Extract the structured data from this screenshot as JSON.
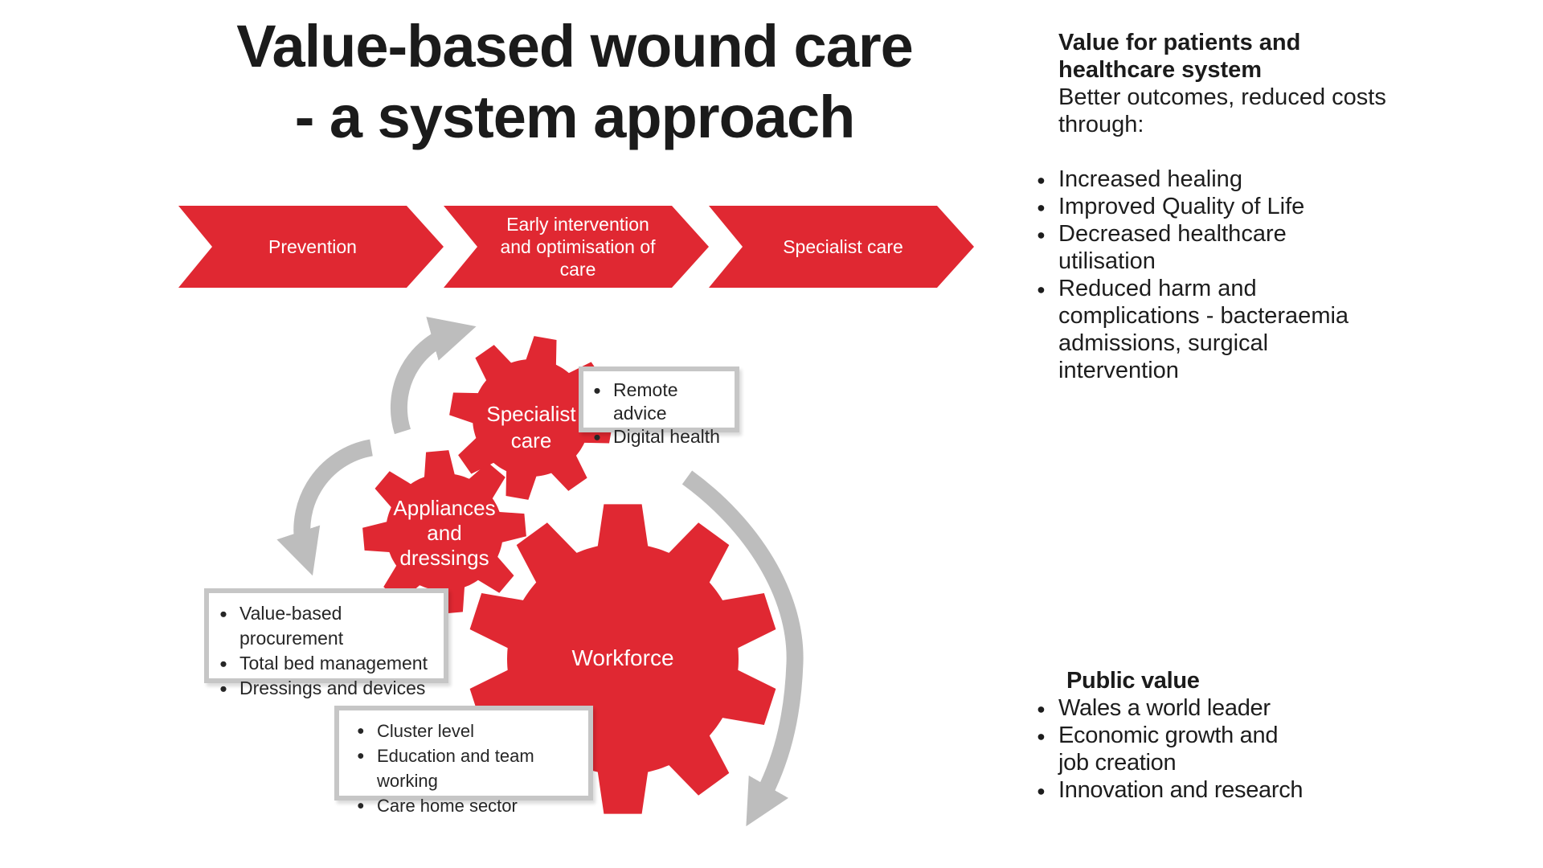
{
  "title": {
    "line1": "Value-based wound care",
    "line2": "- a system approach"
  },
  "chevrons": [
    {
      "label": "Prevention"
    },
    {
      "label": "Early intervention and optimisation of care"
    },
    {
      "label": "Specialist care"
    }
  ],
  "gears": [
    {
      "id": "specialist",
      "label": "Specialist care"
    },
    {
      "id": "appliances",
      "label": "Appliances and dressings"
    },
    {
      "id": "workforce",
      "label": "Workforce"
    }
  ],
  "callouts": {
    "specialist": {
      "items": [
        "Remote advice",
        "Digital health"
      ]
    },
    "appliances": {
      "items": [
        "Value-based procurement",
        "Total bed management",
        "Dressings and devices"
      ]
    },
    "workforce": {
      "items": [
        "Cluster level",
        "Education and team working",
        "Care home sector"
      ]
    }
  },
  "right_panel": {
    "patients": {
      "heading": "Value for patients and healthcare system",
      "subheading": "Better outcomes, reduced costs through:",
      "bullets": [
        "Increased healing",
        "Improved Quality of Life",
        "Decreased healthcare utilisation",
        "Reduced harm and complications - bacteraemia admissions, surgical intervention"
      ]
    },
    "public": {
      "heading": "Public value",
      "bullets": [
        "Wales a world leader",
        "Economic growth and job creation",
        "Innovation and research"
      ]
    }
  },
  "colors": {
    "red": "#e02832",
    "gray": "#bdbdbd",
    "border_gray": "#c6c6c6",
    "text": "#222222"
  }
}
